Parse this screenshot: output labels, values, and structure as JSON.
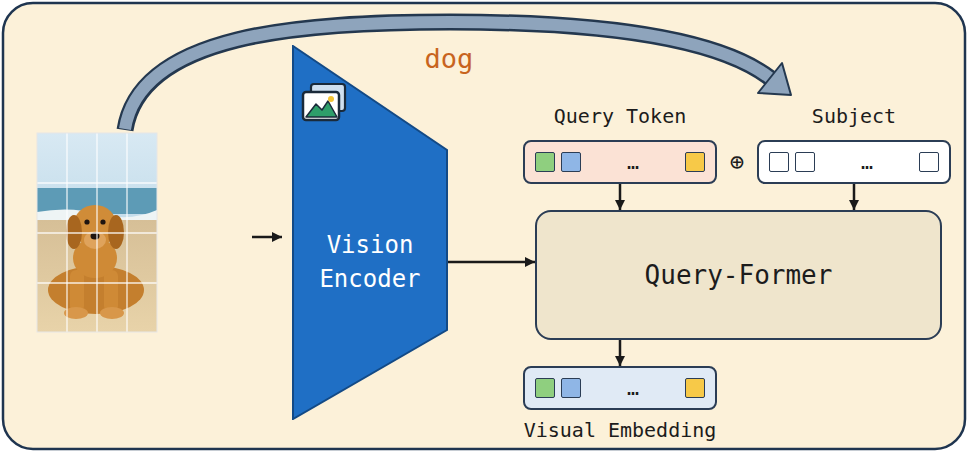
{
  "diagram": {
    "nodes": [
      {
        "text": [
          "Vision Encoder"
        ]
      },
      {
        "text": [
          "Query Token",
          "…"
        ]
      },
      {
        "text": [
          "Subject",
          "…"
        ]
      },
      {
        "text": [
          "Query-Former"
        ]
      },
      {
        "text": [
          "…",
          "Visual Embedding"
        ]
      }
    ],
    "edges": [
      {
        "from": 0,
        "to": 3,
        "arrow": "to"
      },
      {
        "from": 1,
        "to": 3,
        "arrow": "to"
      },
      {
        "from": 2,
        "to": 3,
        "arrow": "to"
      },
      {
        "from": 3,
        "to": 4,
        "arrow": "to"
      }
    ],
    "labels": [
      "dog",
      "⊕"
    ]
  }
}
